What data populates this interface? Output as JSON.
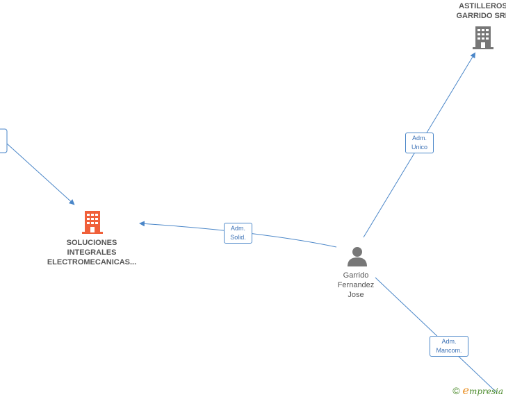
{
  "nodes": {
    "company_main": {
      "lines": [
        "SOLUCIONES",
        "INTEGRALES",
        "ELECTROMECANICAS..."
      ],
      "color": "#f0603a"
    },
    "company_astilleros": {
      "lines": [
        "ASTILLEROS",
        "GARRIDO SRL"
      ],
      "color": "#777777"
    },
    "person": {
      "lines": [
        "Garrido",
        "Fernandez",
        "Jose"
      ],
      "color": "#777777"
    }
  },
  "edges": {
    "adm_unico": [
      "Adm.",
      "Unico"
    ],
    "adm_solid": [
      "Adm.",
      "Solid."
    ],
    "adm_mancom": [
      "Adm.",
      "Mancom."
    ]
  },
  "colors": {
    "edge": "#4a86c8"
  },
  "watermark": {
    "copyright": "©",
    "brand_first": "e",
    "brand_rest": "mpresia"
  }
}
